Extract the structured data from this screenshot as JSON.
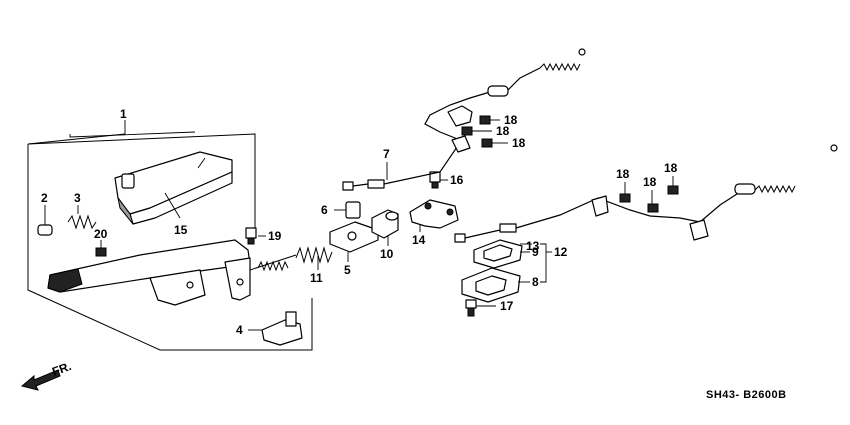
{
  "diagram": {
    "labels": {
      "l1": "1",
      "l2": "2",
      "l3": "3",
      "l4": "4",
      "l5": "5",
      "l6": "6",
      "l7": "7",
      "l8": "8",
      "l9": "9",
      "l10": "10",
      "l11": "11",
      "l12": "12",
      "l13": "13",
      "l14": "14",
      "l15": "15",
      "l16": "16",
      "l17": "17",
      "l18a": "18",
      "l18b": "18",
      "l18c": "18",
      "l18d": "18",
      "l18e": "18",
      "l18f": "18",
      "l19": "19",
      "l20": "20"
    },
    "front_indicator": "FR.",
    "diagram_code": "SH43- B2600B"
  }
}
